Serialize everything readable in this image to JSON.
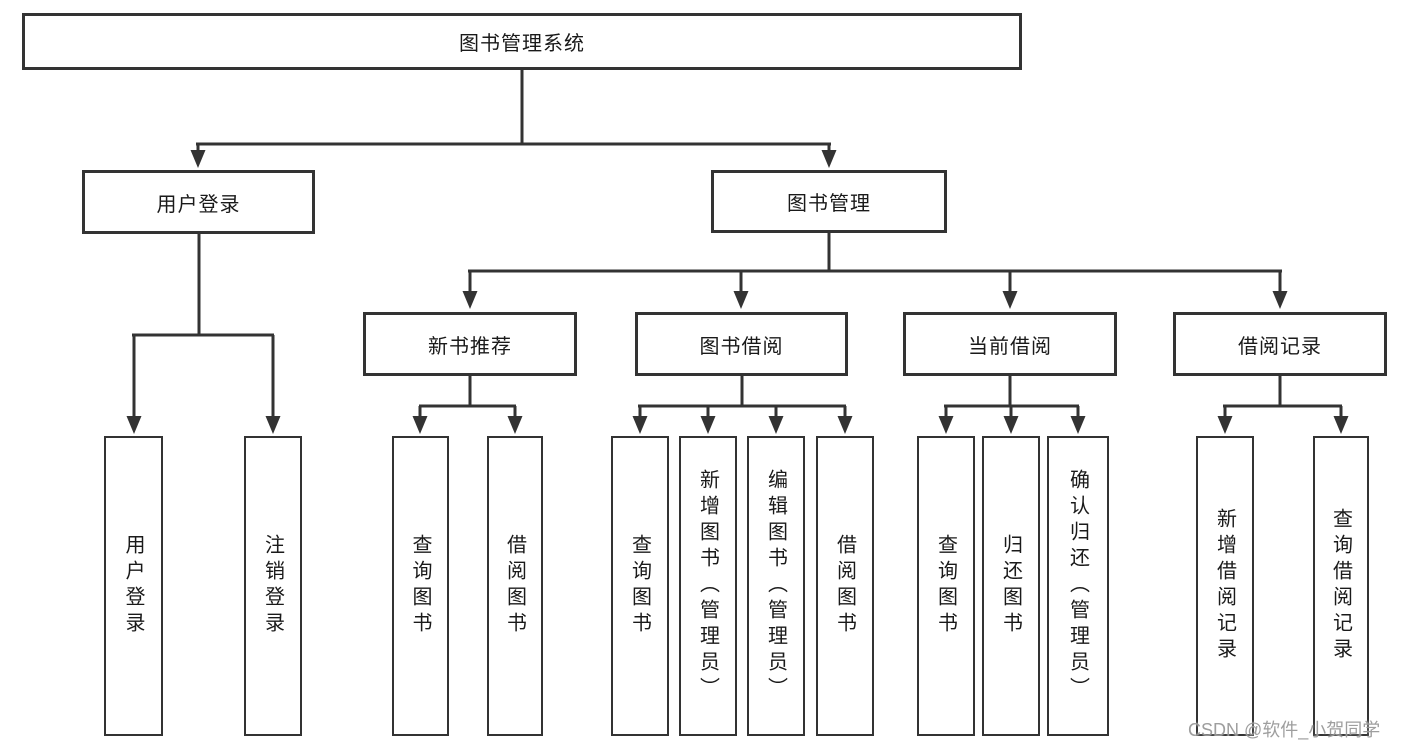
{
  "diagram": {
    "root": "图书管理系统",
    "level2": {
      "user_login": "用户登录",
      "book_mgmt": "图书管理"
    },
    "level3": {
      "new_book_rec": "新书推荐",
      "book_borrow": "图书借阅",
      "current_borrow": "当前借阅",
      "borrow_record": "借阅记录"
    },
    "leaves": {
      "user_login": [
        "用户登录",
        "注销登录"
      ],
      "new_book_rec": [
        "查询图书",
        "借阅图书"
      ],
      "book_borrow": [
        "查询图书",
        "新增图书（管理员）",
        "编辑图书（管理员）",
        "借阅图书"
      ],
      "current_borrow": [
        "查询图书",
        "归还图书",
        "确认归还（管理员）"
      ],
      "borrow_record": [
        "新增借阅记录",
        "查询借阅记录"
      ]
    }
  },
  "watermark": "CSDN @软件_小贺同学",
  "colors": {
    "line": "#333333",
    "text": "#1a1a1a",
    "watermark": "#969696"
  }
}
